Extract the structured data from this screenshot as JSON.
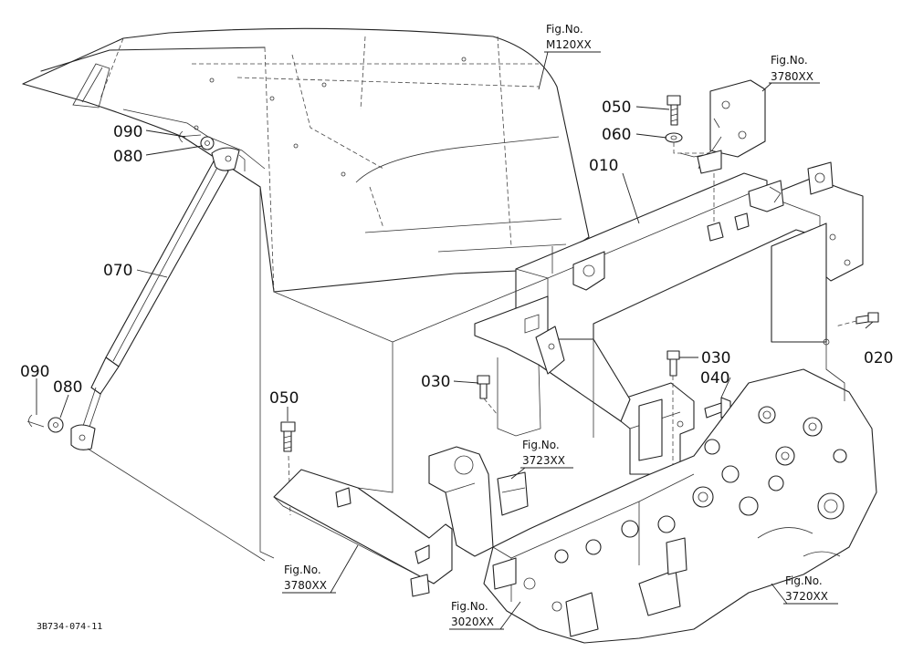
{
  "callouts": [
    {
      "id": "050a",
      "text": "050"
    },
    {
      "id": "060",
      "text": "060"
    },
    {
      "id": "010",
      "text": "010"
    },
    {
      "id": "090a",
      "text": "090"
    },
    {
      "id": "080a",
      "text": "080"
    },
    {
      "id": "070",
      "text": "070"
    },
    {
      "id": "020",
      "text": "020"
    },
    {
      "id": "030a",
      "text": "030"
    },
    {
      "id": "030b",
      "text": "030"
    },
    {
      "id": "040",
      "text": "040"
    },
    {
      "id": "050b",
      "text": "050"
    },
    {
      "id": "090b",
      "text": "090"
    },
    {
      "id": "080b",
      "text": "080"
    }
  ],
  "figure_refs": [
    {
      "id": "m120",
      "line1": "Fig.No.",
      "line2": "M120XX"
    },
    {
      "id": "3780top",
      "line1": "Fig.No.",
      "line2": "3780XX"
    },
    {
      "id": "3723",
      "line1": "Fig.No.",
      "line2": "3723XX"
    },
    {
      "id": "3780bot",
      "line1": "Fig.No.",
      "line2": "3780XX"
    },
    {
      "id": "3720",
      "line1": "Fig.No.",
      "line2": "3720XX"
    },
    {
      "id": "3020",
      "line1": "Fig.No.",
      "line2": "3020XX"
    }
  ],
  "drawing_code": "3B734-074-11"
}
